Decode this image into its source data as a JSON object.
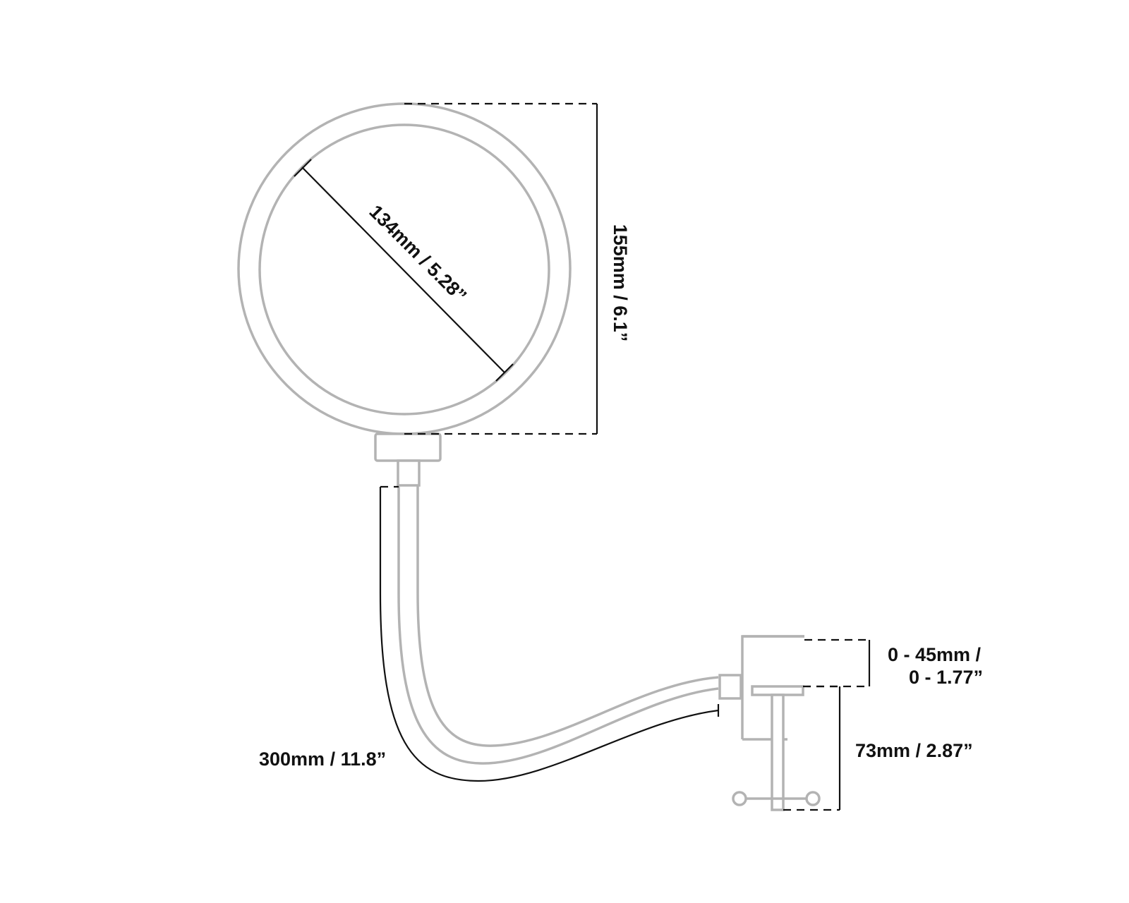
{
  "dimensions": {
    "filter_inner_diameter": "134mm / 5.28”",
    "filter_outer_height": "155mm / 6.1”",
    "gooseneck_length": "300mm / 11.8”",
    "clamp_opening_line1": "0 - 45mm /",
    "clamp_opening_line2": "0 - 1.77”",
    "clamp_height": "73mm / 2.87”"
  },
  "colors": {
    "part_outline": "#b3b3b3",
    "dimension_line": "#111111",
    "background": "#ffffff"
  }
}
